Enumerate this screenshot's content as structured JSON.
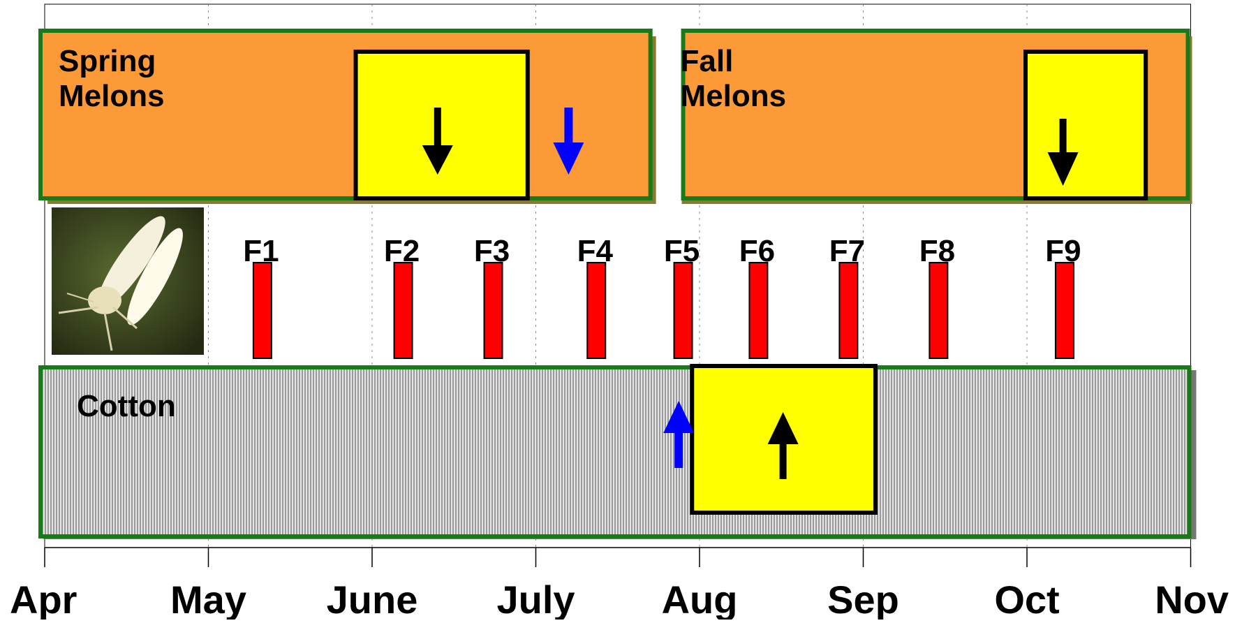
{
  "timeline": {
    "months": [
      "Apr",
      "May",
      "June",
      "July",
      "Aug",
      "Sep",
      "Oct",
      "Nov"
    ]
  },
  "crops": {
    "spring": {
      "label_line1": "Spring",
      "label_line2": "Melons",
      "start_month": 0.0,
      "end_month": 3.7,
      "harvest_start_month": 1.9,
      "harvest_end_month": 2.95,
      "harvest_arrow_month": 2.4,
      "migration_arrow_month": 3.2,
      "fill_color": "#fb9a36",
      "border_color": "#1a7a1a"
    },
    "fall": {
      "label_line1": "Fall",
      "label_line2": "Melons",
      "start_month": 3.9,
      "end_month": 7.0,
      "harvest_start_month": 6.0,
      "harvest_end_month": 6.7,
      "harvest_arrow_month": 6.22,
      "fill_color": "#fb9a36",
      "border_color": "#1a7a1a"
    },
    "cotton": {
      "label": "Cotton",
      "start_month": 0.0,
      "end_month": 7.0,
      "harvest_start_month": 3.95,
      "harvest_end_month": 5.07,
      "harvest_arrow_month": 5.07,
      "migration_arrow_month": 3.6,
      "fill_color": "#c8c8c8",
      "border_color": "#1a7a1a"
    }
  },
  "generations": [
    {
      "label": "F1",
      "month": 1.33
    },
    {
      "label": "F2",
      "month": 2.19
    },
    {
      "label": "F3",
      "month": 2.74
    },
    {
      "label": "F4",
      "month": 3.37
    },
    {
      "label": "F5",
      "month": 3.9
    },
    {
      "label": "F6",
      "month": 4.36
    },
    {
      "label": "F7",
      "month": 4.91
    },
    {
      "label": "F8",
      "month": 5.46
    },
    {
      "label": "F9",
      "month": 6.23
    }
  ],
  "colors": {
    "harvest_box": "#ffff00",
    "generation_bar": "#ff0000",
    "migration_arrow": "#0000ff",
    "harvest_arrow": "#000000",
    "whitefly_photo_bg": "#3a4220"
  },
  "icons": {
    "photo": "whitefly-photo"
  }
}
